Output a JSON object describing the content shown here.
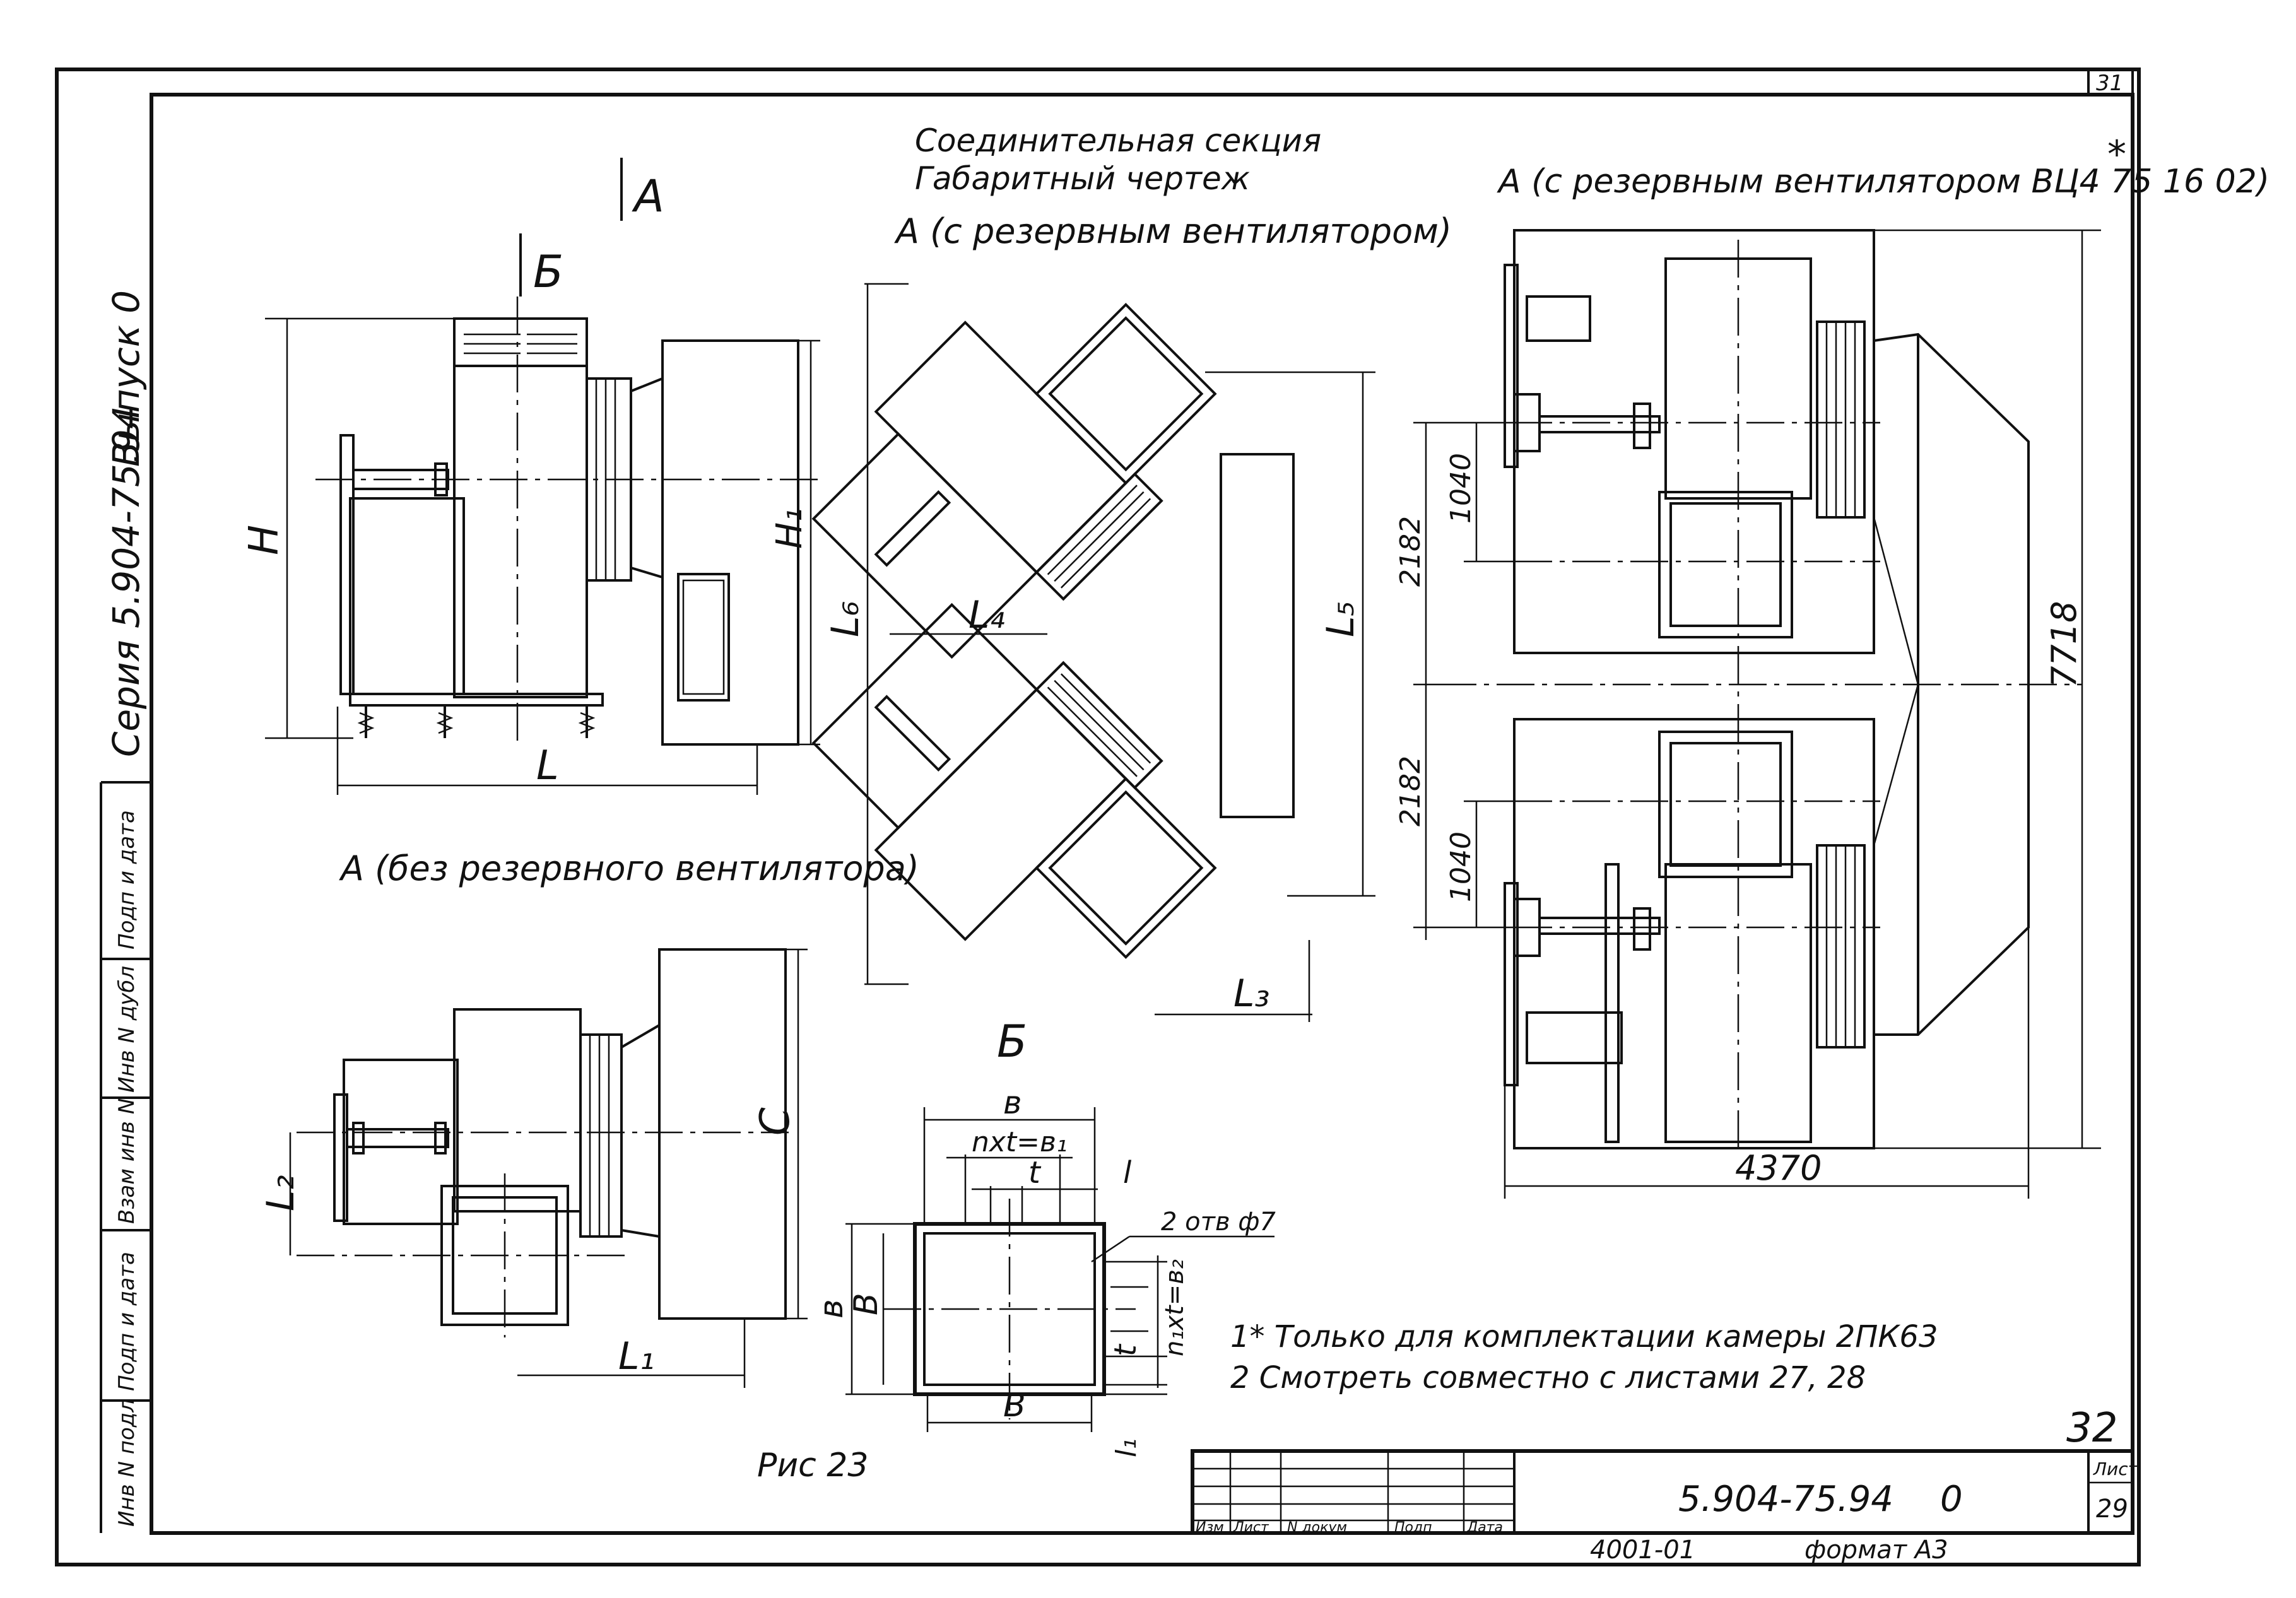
{
  "header": {
    "title_line1": "Соединительная секция",
    "title_line2": "Габаритный чертеж",
    "sheet_corner_number": "31"
  },
  "side_label": {
    "series": "Серия 5.904-75.94",
    "issue": "Выпуск 0"
  },
  "view_labels": {
    "section_a_arrow": "А",
    "section_b_arrow": "Б",
    "a_no_reserve": "А (без резервного вентилятора)",
    "a_with_reserve": "А (с резервным вентилятором)",
    "a_with_reserve_vc4": "А (с резервным вентилятором ВЦ4 75 16 02)",
    "asterisk": "*",
    "b_view": "Б",
    "figure": "Рис 23"
  },
  "dimensions_letters": {
    "H": "H",
    "H1": "H₁",
    "L": "L",
    "L1": "L₁",
    "L2": "L₂",
    "L3": "L₃",
    "L4": "L₄",
    "L5": "L₅",
    "L6": "L₆",
    "C": "C",
    "b_top": "в",
    "b_left": "в",
    "B_left": "В",
    "B_bottom": "В",
    "nxt_b1": "nxt=в₁",
    "t_top": "t",
    "l_top": "l",
    "holes": "2 отв ф7",
    "nxt_b2": "n₁xt=в₂",
    "t_right": "t",
    "l1_right": "l₁"
  },
  "dimensions_values": {
    "d1": "2182",
    "d2": "1040",
    "d3": "2182",
    "d4": "1040",
    "height_total": "7718",
    "width_total": "4370"
  },
  "notes": {
    "note1": "1* Только для комплектации камеры 2ПК63",
    "note2": "2 Смотреть совместно с листами 27, 28"
  },
  "page_number_handwritten": "32",
  "left_strip": {
    "cells": [
      "Инв N подл",
      "Подп и дата",
      "Взам инв N",
      "Инв N дубл",
      "Подп и дата"
    ]
  },
  "title_block": {
    "columns": [
      "Изм",
      "Лист",
      "N докум",
      "Подп",
      "Дата"
    ],
    "designation": "5.904-75.94",
    "issue": "0",
    "sheet_label": "Лист",
    "sheet_number": "29",
    "stamp": "4001-01",
    "format": "формат А3"
  }
}
